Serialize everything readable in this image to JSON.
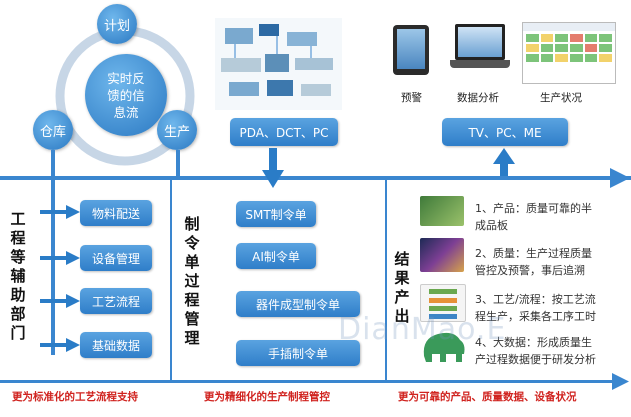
{
  "cycle": {
    "top": "计划",
    "left": "仓库",
    "right": "生产",
    "center_lines": [
      "实时反",
      "馈的信",
      "息流"
    ]
  },
  "top_center": {
    "label": "PDA、DCT、PC"
  },
  "top_right": {
    "label": "TV、PC、ME",
    "captions": [
      "预警",
      "数据分析",
      "生产状况"
    ]
  },
  "left_panel": {
    "title_vertical": "工程等辅助部门",
    "items": [
      "物料配送",
      "设备管理",
      "工艺流程",
      "基础数据"
    ]
  },
  "middle_panel": {
    "title_vertical": "制令单过程管理",
    "items": [
      "SMT制令单",
      "AI制令单",
      "器件成型制令单",
      "手插制令单"
    ]
  },
  "right_panel": {
    "title_vertical": "结果产出",
    "items": [
      [
        "1、产品：质量可靠的半",
        "成品板"
      ],
      [
        "2、质量：生产过程质量",
        "管控及预警，事后追溯"
      ],
      [
        "3、工艺/流程：按工艺流",
        "程生产，采集各工序工时"
      ],
      [
        "4、大数据：形成质量生",
        "产过程数据便于研发分析"
      ]
    ]
  },
  "bottom": {
    "left": "更为标准化的工艺流程支持",
    "middle": "更为精细化的生产制程管控",
    "right": "更为可靠的产品、质量数据、设备状况"
  },
  "watermark": "DianMao.E",
  "colors": {
    "accent": "#2f7ec9",
    "bottom_text": "#d0231f",
    "arrow": "#2a7cc7"
  }
}
